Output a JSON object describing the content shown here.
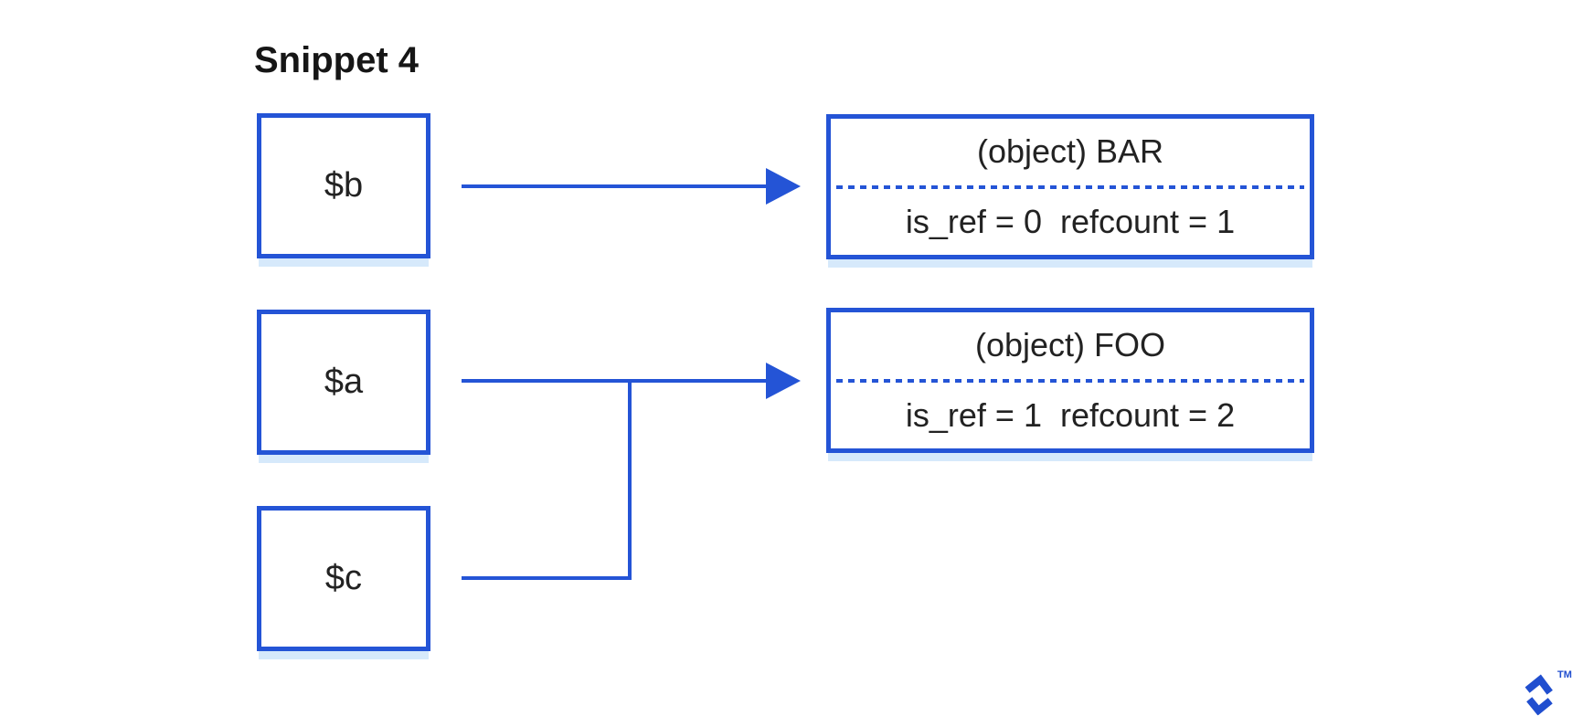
{
  "colors": {
    "background": "#ffffff",
    "line": "#2454d6",
    "shadow": "#d6e9fb",
    "text": "#222222",
    "title": "#161616",
    "logo": "#204ecf"
  },
  "diagram": {
    "title": "Snippet 4",
    "variables": [
      {
        "label": "$b"
      },
      {
        "label": "$a"
      },
      {
        "label": "$c"
      }
    ],
    "objects": [
      {
        "header": "(object) BAR",
        "detail": "is_ref = 0  refcount = 1"
      },
      {
        "header": "(object) FOO",
        "detail": "is_ref = 1  refcount = 2"
      }
    ],
    "arrows": [
      {
        "from": "$b",
        "to": "(object) BAR"
      },
      {
        "from": "$a",
        "to": "(object) FOO"
      },
      {
        "from": "$c",
        "to": "(object) FOO",
        "note": "joins the $a arrow before the arrowhead"
      }
    ],
    "logo": {
      "name": "Toptal",
      "trademark": "TM"
    }
  }
}
